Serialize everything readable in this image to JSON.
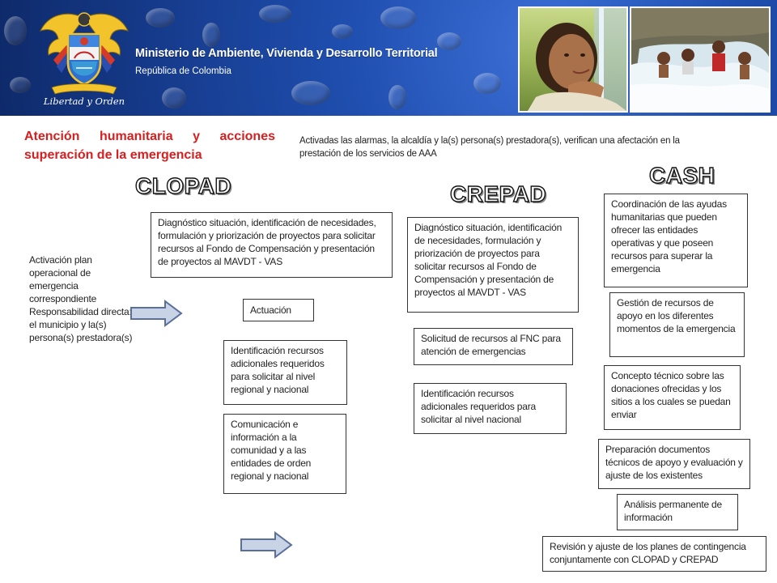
{
  "header": {
    "ministry": "Ministerio de Ambiente, Vivienda y Desarrollo Territorial",
    "republic": "República  de Colombia",
    "crest_motto": "Libertad y Orden"
  },
  "heading": {
    "line1": "Atención  humanitaria  y  acciones",
    "line2": "superación de la emergencia"
  },
  "intro": "Activadas las alarmas, la alcaldía y la(s) persona(s) prestadora(s), verifican una afectación en la prestación de los servicios de AAA",
  "columns": {
    "clopad": "CLOPAD",
    "crepad": "CREPAD",
    "cash": "CASH"
  },
  "left_text": "Activación plan operacional de emergencia correspondiente Responsabilidad directa: el municipio y la(s) persona(s) prestadora(s)",
  "clopad_boxes": {
    "diagnostico": "Diagnóstico situación, identificación de necesidades, formulación y priorización de proyectos  para solicitar recursos al Fondo de Compensación  y presentación de proyectos al MAVDT - VAS",
    "actuacion": "Actuación",
    "identificacion": "Identificación recursos adicionales requeridos para solicitar al nivel regional y nacional",
    "comunicacion": "Comunicación e información a la comunidad y a las entidades  de orden regional  y nacional"
  },
  "crepad_boxes": {
    "diagnostico": "Diagnóstico situación, identificación de necesidades, formulación y priorización de proyectos  para solicitar recursos al Fondo de Compensación  y presentación de proyectos al MAVDT - VAS",
    "solicitud": "Solicitud de recursos al FNC para atención de emergencias",
    "identificacion": "Identificación recursos adicionales requeridos para solicitar al nivel  nacional"
  },
  "cash_boxes": {
    "coordinacion": "Coordinación de las ayudas humanitarias que pueden ofrecer las entidades operativas y que poseen recursos para superar la emergencia",
    "gestion": "Gestión de recursos de apoyo en los diferentes momentos de la emergencia",
    "concepto": "Concepto técnico sobre las donaciones ofrecidas y los sitios a los cuales se puedan enviar",
    "preparacion": "Preparación documentos técnicos de apoyo y evaluación y ajuste de los existentes",
    "analisis": "Análisis permanente de información",
    "revision": "Revisión y ajuste de los planes de contingencia conjuntamente con CLOPAD y CREPAD"
  },
  "colors": {
    "header_blue": "#1f4fb0",
    "heading_red": "#d62020",
    "arrow_fill": "#c9d3e6",
    "arrow_stroke": "#5a6f9c"
  }
}
